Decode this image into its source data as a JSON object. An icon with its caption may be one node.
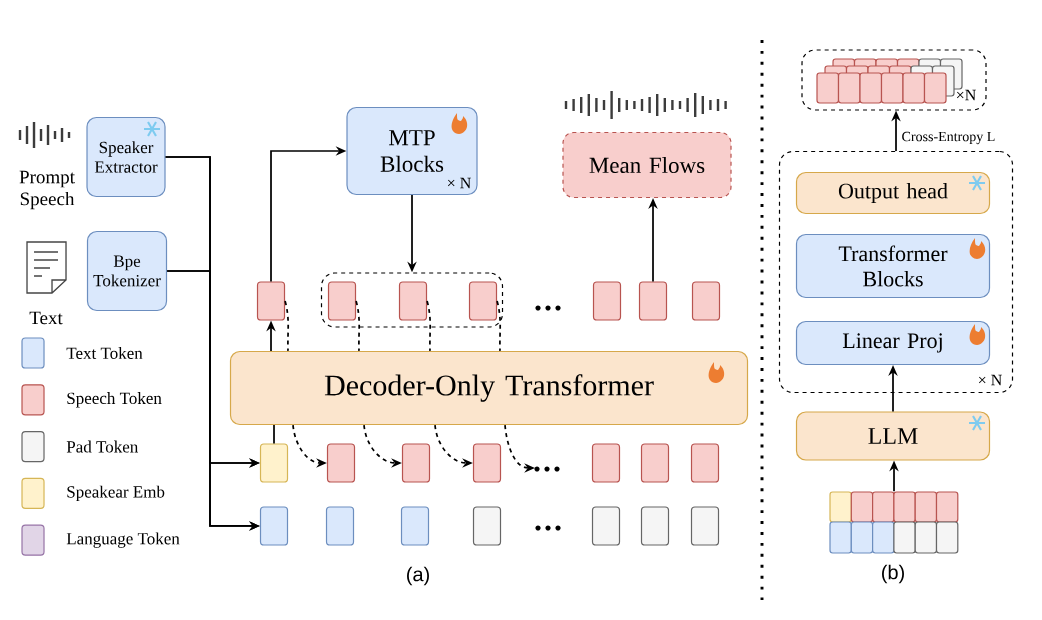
{
  "diagram": {
    "nodes": [
      {
        "text": [
          "Speaker Extractor"
        ]
      },
      {
        "text": [
          "Bpe Tokenizer"
        ]
      },
      {
        "text": [
          "MTP Blocks",
          "× N"
        ]
      },
      {
        "text": [
          "Mean Flows"
        ]
      },
      {
        "text": [],
        "shape": "box"
      },
      {
        "text": [],
        "shape": "box"
      },
      {
        "text": [],
        "shape": "box",
        "in": 5
      },
      {
        "text": [],
        "shape": "box",
        "in": 5
      },
      {
        "text": [],
        "shape": "box",
        "in": 5
      },
      {
        "text": [],
        "shape": "box"
      },
      {
        "text": [],
        "shape": "box"
      },
      {
        "text": [],
        "shape": "box"
      },
      {
        "text": [
          "Decoder-Only Transformer"
        ]
      },
      {
        "text": [],
        "shape": "box"
      },
      {
        "text": [],
        "shape": "box"
      },
      {
        "text": [],
        "shape": "box"
      },
      {
        "text": [],
        "shape": "box"
      },
      {
        "text": [],
        "shape": "box"
      },
      {
        "text": [],
        "shape": "box"
      },
      {
        "text": [],
        "shape": "box"
      },
      {
        "text": [],
        "shape": "box"
      },
      {
        "text": [],
        "shape": "box"
      },
      {
        "text": [],
        "shape": "box"
      },
      {
        "text": [],
        "shape": "box"
      },
      {
        "text": [],
        "shape": "box"
      },
      {
        "text": [],
        "shape": "box"
      },
      {
        "text": [],
        "shape": "box"
      },
      {
        "text": [
          "×N"
        ]
      },
      {
        "text": [],
        "shape": "box",
        "beside": [
          "× N"
        ]
      },
      {
        "text": [
          "Output head"
        ],
        "in": 28
      },
      {
        "text": [
          "Transformer Blocks"
        ],
        "in": 28
      },
      {
        "text": [
          "Linear Proj"
        ],
        "in": 28
      },
      {
        "text": [
          "LLM"
        ]
      },
      {
        "text": [],
        "shape": "box"
      }
    ],
    "edges": [
      {
        "from": 0,
        "to": 13,
        "arrow": "to"
      },
      {
        "from": 0,
        "to": 20,
        "arrow": "to"
      },
      {
        "from": 1,
        "to": 13,
        "arrow": "to"
      },
      {
        "from": 1,
        "to": 20,
        "arrow": "to"
      },
      {
        "from": 13,
        "to": 12,
        "arrow": "none"
      },
      {
        "from": 12,
        "to": 4,
        "arrow": "to"
      },
      {
        "from": 4,
        "to": 2,
        "arrow": "to"
      },
      {
        "from": 2,
        "to": 5,
        "arrow": "to"
      },
      {
        "from": 10,
        "to": 3,
        "arrow": "to"
      },
      {
        "from": 4,
        "to": 12,
        "arrow": "none",
        "style": "dashed"
      },
      {
        "from": 12,
        "to": 14,
        "arrow": "to",
        "style": "dashed"
      },
      {
        "from": 6,
        "to": 12,
        "arrow": "none",
        "style": "dashed"
      },
      {
        "from": 12,
        "to": 15,
        "arrow": "to",
        "style": "dashed"
      },
      {
        "from": 7,
        "to": 12,
        "arrow": "none",
        "style": "dashed"
      },
      {
        "from": 12,
        "to": 16,
        "arrow": "to",
        "style": "dashed"
      },
      {
        "from": 8,
        "to": 12,
        "arrow": "none",
        "style": "dashed"
      },
      {
        "from": 12,
        "to": null,
        "arrow": "to",
        "style": "dashed"
      },
      {
        "from": 33,
        "to": 32,
        "arrow": "to"
      },
      {
        "from": 32,
        "to": 31,
        "arrow": "to"
      },
      {
        "from": 28,
        "to": 27,
        "arrow": "to",
        "label": "Cross-Entropy L"
      }
    ],
    "labels": [
      "Prompt Speech",
      "Text",
      "(a)",
      "(b)"
    ],
    "legend": [
      {
        "text": "Text Token",
        "color": "#dae8fc"
      },
      {
        "text": "Speech Token",
        "color": "#f8cecc"
      },
      {
        "text": "Pad Token",
        "color": "#f5f5f5"
      },
      {
        "text": "Speakear Emb",
        "color": "#fff2cc"
      },
      {
        "text": "Language Token",
        "color": "#e1d5e7"
      }
    ]
  }
}
